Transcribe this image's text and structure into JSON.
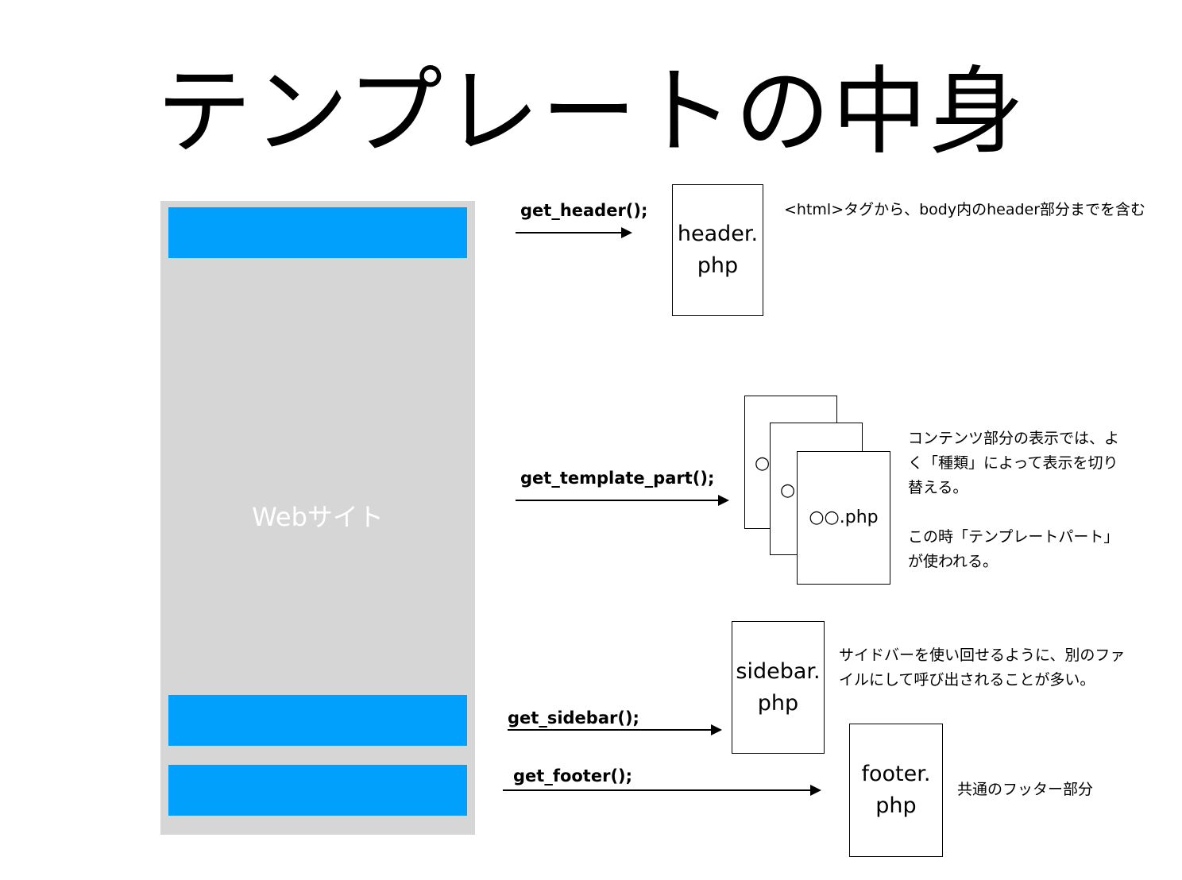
{
  "title": "テンプレートの中身",
  "website": {
    "label": "Webサイト",
    "block_color": "#00a0fc",
    "background_color": "#d6d6d6"
  },
  "functions": {
    "header": "get_header();",
    "template_part": "get_template_part();",
    "sidebar": "get_sidebar();",
    "footer": "get_footer();"
  },
  "files": {
    "header": "header.\nphp",
    "template_back1": "○",
    "template_back2": "○",
    "template_front": "○○.php",
    "sidebar": "sidebar.\nphp",
    "footer": "footer.\nphp"
  },
  "notes": {
    "header": "<html>タグから、body内のheader部分までを含む",
    "template_part": "コンテンツ部分の表示では、よ\nく「種類」によって表示を切り\n替える。\n\nこの時「テンプレートパート」\nが使われる。",
    "sidebar": "サイドバーを使い回せるように、別のファ\nイルにして呼び出されることが多い。",
    "footer": "共通のフッター部分"
  }
}
